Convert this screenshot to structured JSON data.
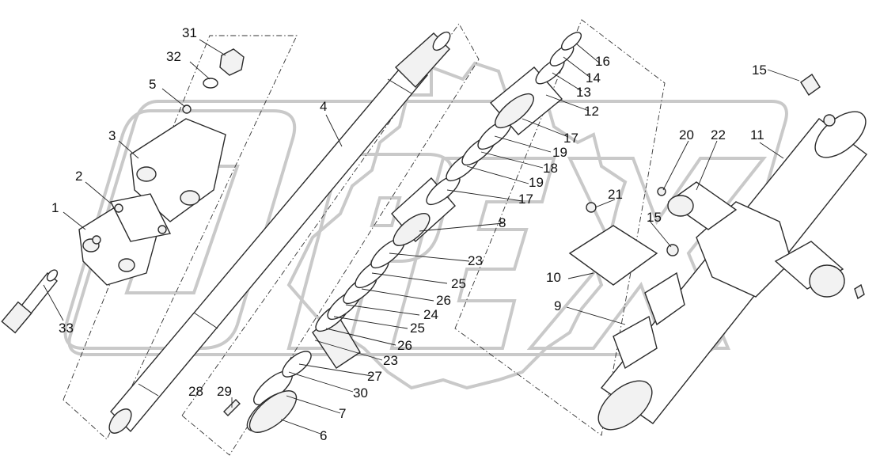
{
  "callouts": [
    {
      "id": "1",
      "label": "1"
    },
    {
      "id": "2",
      "label": "2"
    },
    {
      "id": "3",
      "label": "3"
    },
    {
      "id": "4",
      "label": "4"
    },
    {
      "id": "5",
      "label": "5"
    },
    {
      "id": "6",
      "label": "6"
    },
    {
      "id": "7",
      "label": "7"
    },
    {
      "id": "8",
      "label": "8"
    },
    {
      "id": "9",
      "label": "9"
    },
    {
      "id": "10",
      "label": "10"
    },
    {
      "id": "11",
      "label": "11"
    },
    {
      "id": "12",
      "label": "12"
    },
    {
      "id": "13",
      "label": "13"
    },
    {
      "id": "14",
      "label": "14"
    },
    {
      "id": "15a",
      "label": "15"
    },
    {
      "id": "15b",
      "label": "15"
    },
    {
      "id": "16",
      "label": "16"
    },
    {
      "id": "17a",
      "label": "17"
    },
    {
      "id": "17b",
      "label": "17"
    },
    {
      "id": "18",
      "label": "18"
    },
    {
      "id": "19a",
      "label": "19"
    },
    {
      "id": "19b",
      "label": "19"
    },
    {
      "id": "20",
      "label": "20"
    },
    {
      "id": "21",
      "label": "21"
    },
    {
      "id": "22",
      "label": "22"
    },
    {
      "id": "23a",
      "label": "23"
    },
    {
      "id": "23b",
      "label": "23"
    },
    {
      "id": "24",
      "label": "24"
    },
    {
      "id": "25a",
      "label": "25"
    },
    {
      "id": "25b",
      "label": "25"
    },
    {
      "id": "26a",
      "label": "26"
    },
    {
      "id": "26b",
      "label": "26"
    },
    {
      "id": "27",
      "label": "27"
    },
    {
      "id": "28",
      "label": "28"
    },
    {
      "id": "29",
      "label": "29"
    },
    {
      "id": "30",
      "label": "30"
    },
    {
      "id": "31",
      "label": "31"
    },
    {
      "id": "32",
      "label": "32"
    },
    {
      "id": "33",
      "label": "33"
    }
  ],
  "watermark": {
    "text": "OPEX"
  }
}
